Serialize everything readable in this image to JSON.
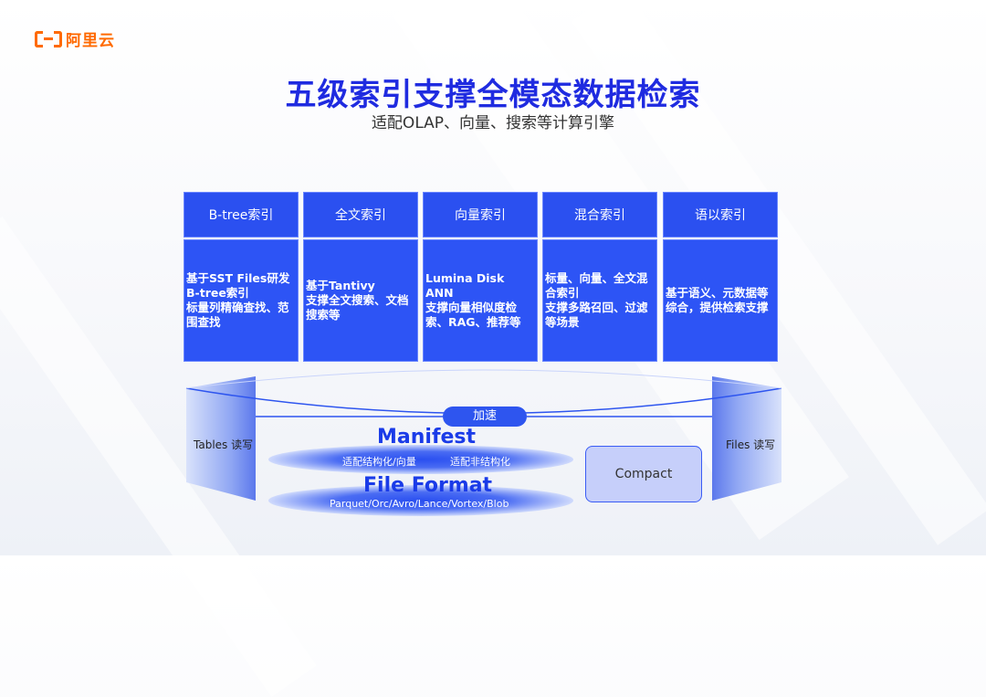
{
  "brand": {
    "name": "阿里云"
  },
  "header": {
    "title": "五级索引支撑全模态数据检索",
    "subtitle": "适配OLAP、向量、搜索等计算引擎"
  },
  "indexes": [
    {
      "name": "B-tree索引",
      "lines": [
        "基于SST Files研发",
        "B-tree索引",
        "标量列精确查找、范",
        "围查找"
      ]
    },
    {
      "name": "全文索引",
      "lines": [
        "基于Tantivy",
        "支撑全文搜索、文档",
        "搜索等"
      ]
    },
    {
      "name": "向量索引",
      "lines": [
        "Lumina Disk ANN",
        "支撑向量相似度检",
        "索、RAG、推荐等"
      ]
    },
    {
      "name": "混合索引",
      "lines": [
        "标量、向量、全文混",
        "合索引",
        "支撑多路召回、过滤",
        "等场景"
      ]
    },
    {
      "name": "语以索引",
      "lines": [
        "基于语义、元数据等",
        "综合，提供检索支撑"
      ]
    }
  ],
  "storage": {
    "tables_label": "Tables 读写",
    "files_label": "Files 读写",
    "accelerate": "加速",
    "manifest": "Manifest",
    "manifest_left": "适配结构化/向量",
    "manifest_right": "适配非结构化",
    "file_format": "File Format",
    "formats": "Parquet/Orc/Avro/Lance/Vortex/Blob",
    "compact": "Compact"
  },
  "colors": {
    "title_blue": "#1f2be0",
    "box_blue": "#2d54f5",
    "brand_orange": "#ff6a00",
    "compact_fill": "#c6cffa"
  }
}
